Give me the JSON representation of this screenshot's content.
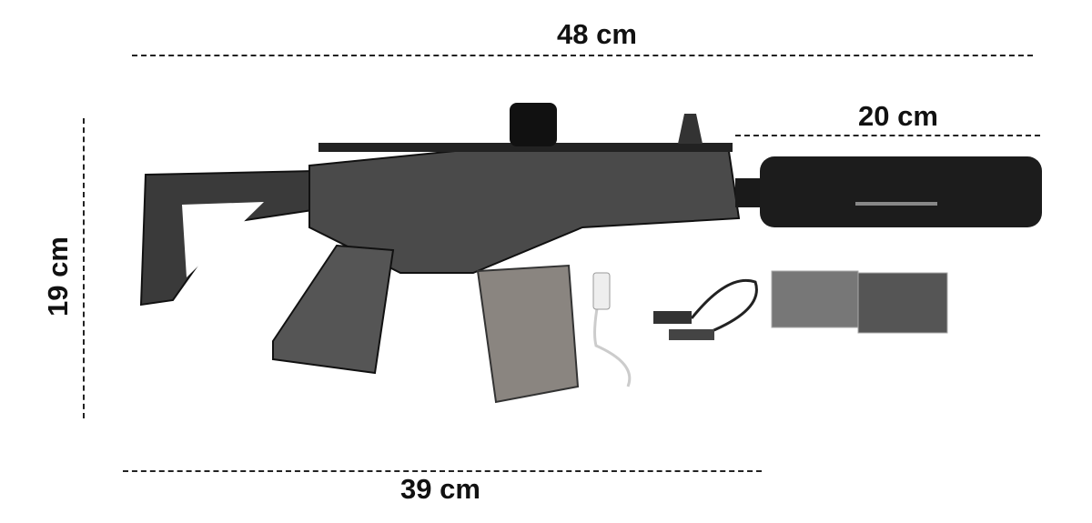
{
  "dimensions": {
    "total_length": "48 cm",
    "suppressor_length": "20 cm",
    "height": "19 cm",
    "body_length": "39 cm"
  },
  "colors": {
    "line": "#222222",
    "text": "#111111",
    "gun_dark": "#2a2a2a",
    "gun_mid": "#7a7a7a"
  }
}
